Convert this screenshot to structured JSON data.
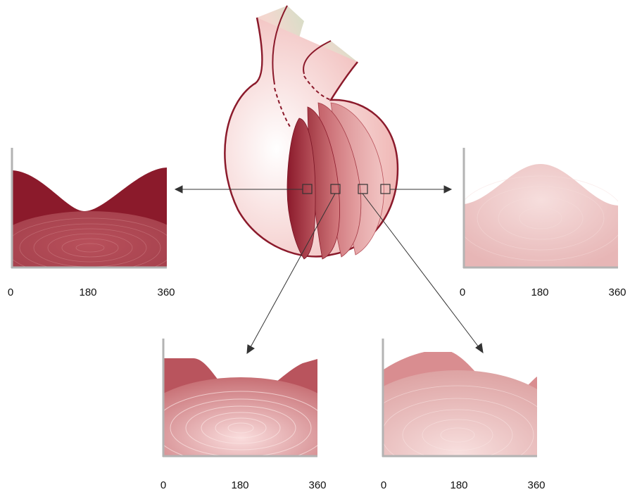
{
  "colors": {
    "dark_red": "#8b1a2b",
    "mid_red": "#b9545d",
    "rose": "#d98d90",
    "pale_pink": "#ecc0c1",
    "vessel_green": "#d4dfc6",
    "axis_gray": "#b3b3b3"
  },
  "plots": [
    {
      "id": "left",
      "ticks": [
        "0",
        "180",
        "360"
      ]
    },
    {
      "id": "right",
      "ticks": [
        "0",
        "180",
        "360"
      ]
    },
    {
      "id": "bottom-left",
      "ticks": [
        "0",
        "180",
        "360"
      ]
    },
    {
      "id": "bottom-right",
      "ticks": [
        "0",
        "180",
        "360"
      ]
    }
  ]
}
